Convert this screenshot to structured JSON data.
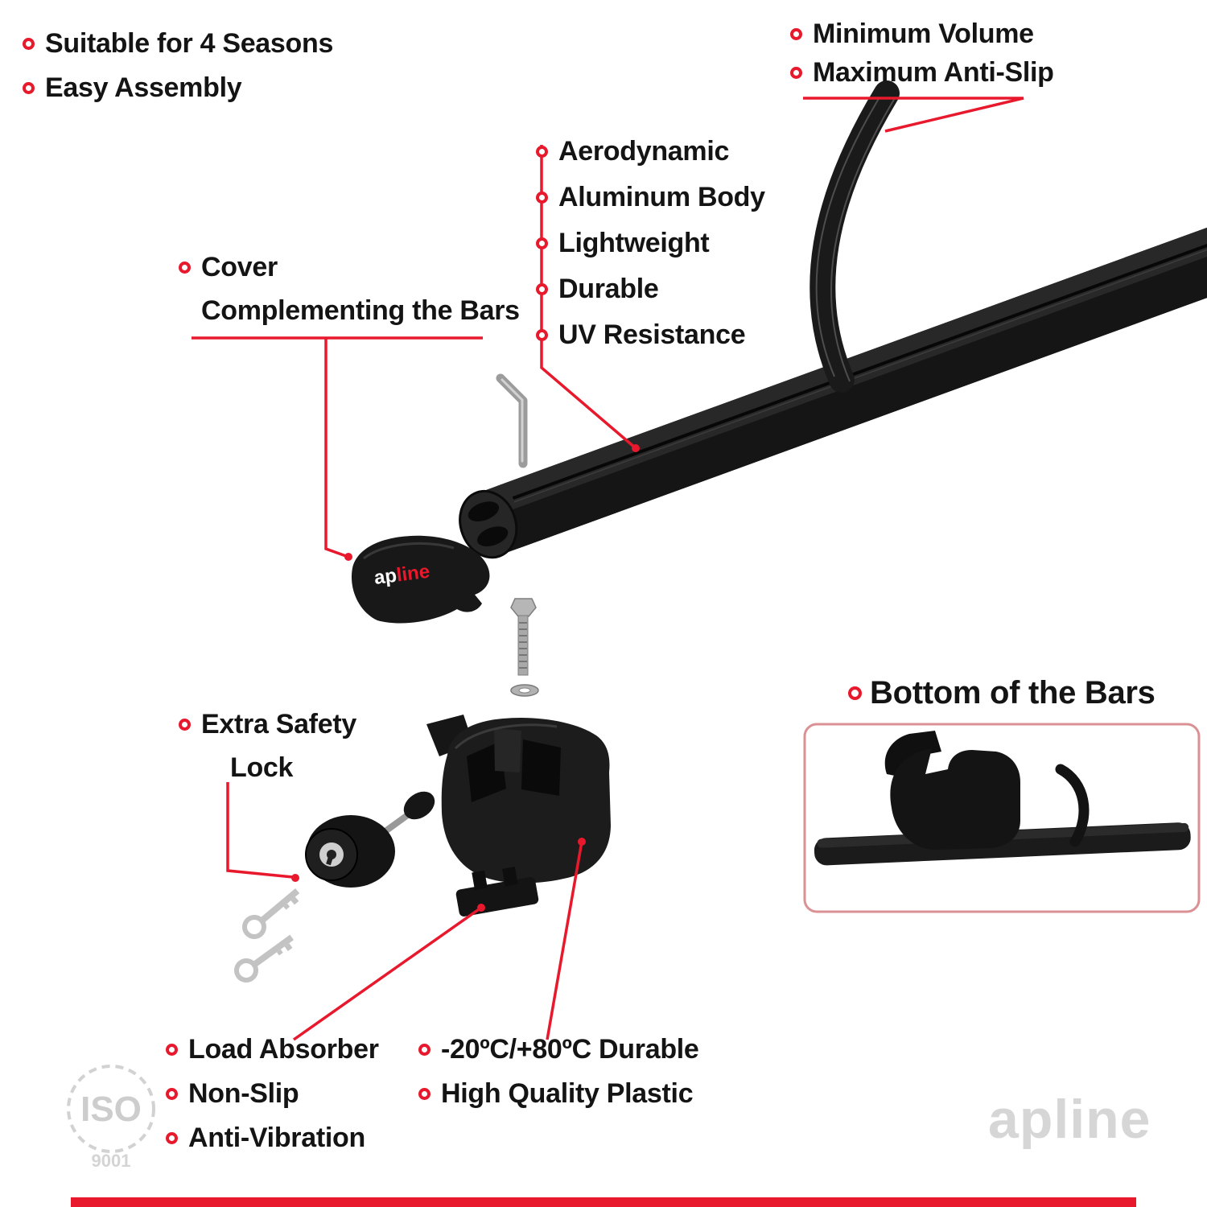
{
  "brand": {
    "name_part1": "ap",
    "name_part2": "line"
  },
  "colors": {
    "accent": "#e8192c",
    "ink": "#141414",
    "watermark": "#d2d2d2"
  },
  "top_left_features": [
    "Suitable for 4 Seasons",
    "Easy Assembly"
  ],
  "strip_features": [
    "Minimum Volume",
    "Maximum Anti-Slip"
  ],
  "bar_features": [
    "Aerodynamic",
    "Aluminum Body",
    "Lightweight",
    "Durable",
    "UV Resistance"
  ],
  "cover_label": [
    "Cover",
    "Complementing the Bars"
  ],
  "lock_label": [
    "Extra Safety",
    "Lock"
  ],
  "bottom_view": {
    "title": "Bottom of the Bars"
  },
  "foot_pad_features": [
    "Load Absorber",
    "Non-Slip",
    "Anti-Vibration"
  ],
  "material_features": [
    "-20ºC/+80ºC Durable",
    "High Quality Plastic"
  ],
  "watermarks": {
    "iso": "ISO",
    "iso_number": "9001",
    "brand": "apline"
  }
}
